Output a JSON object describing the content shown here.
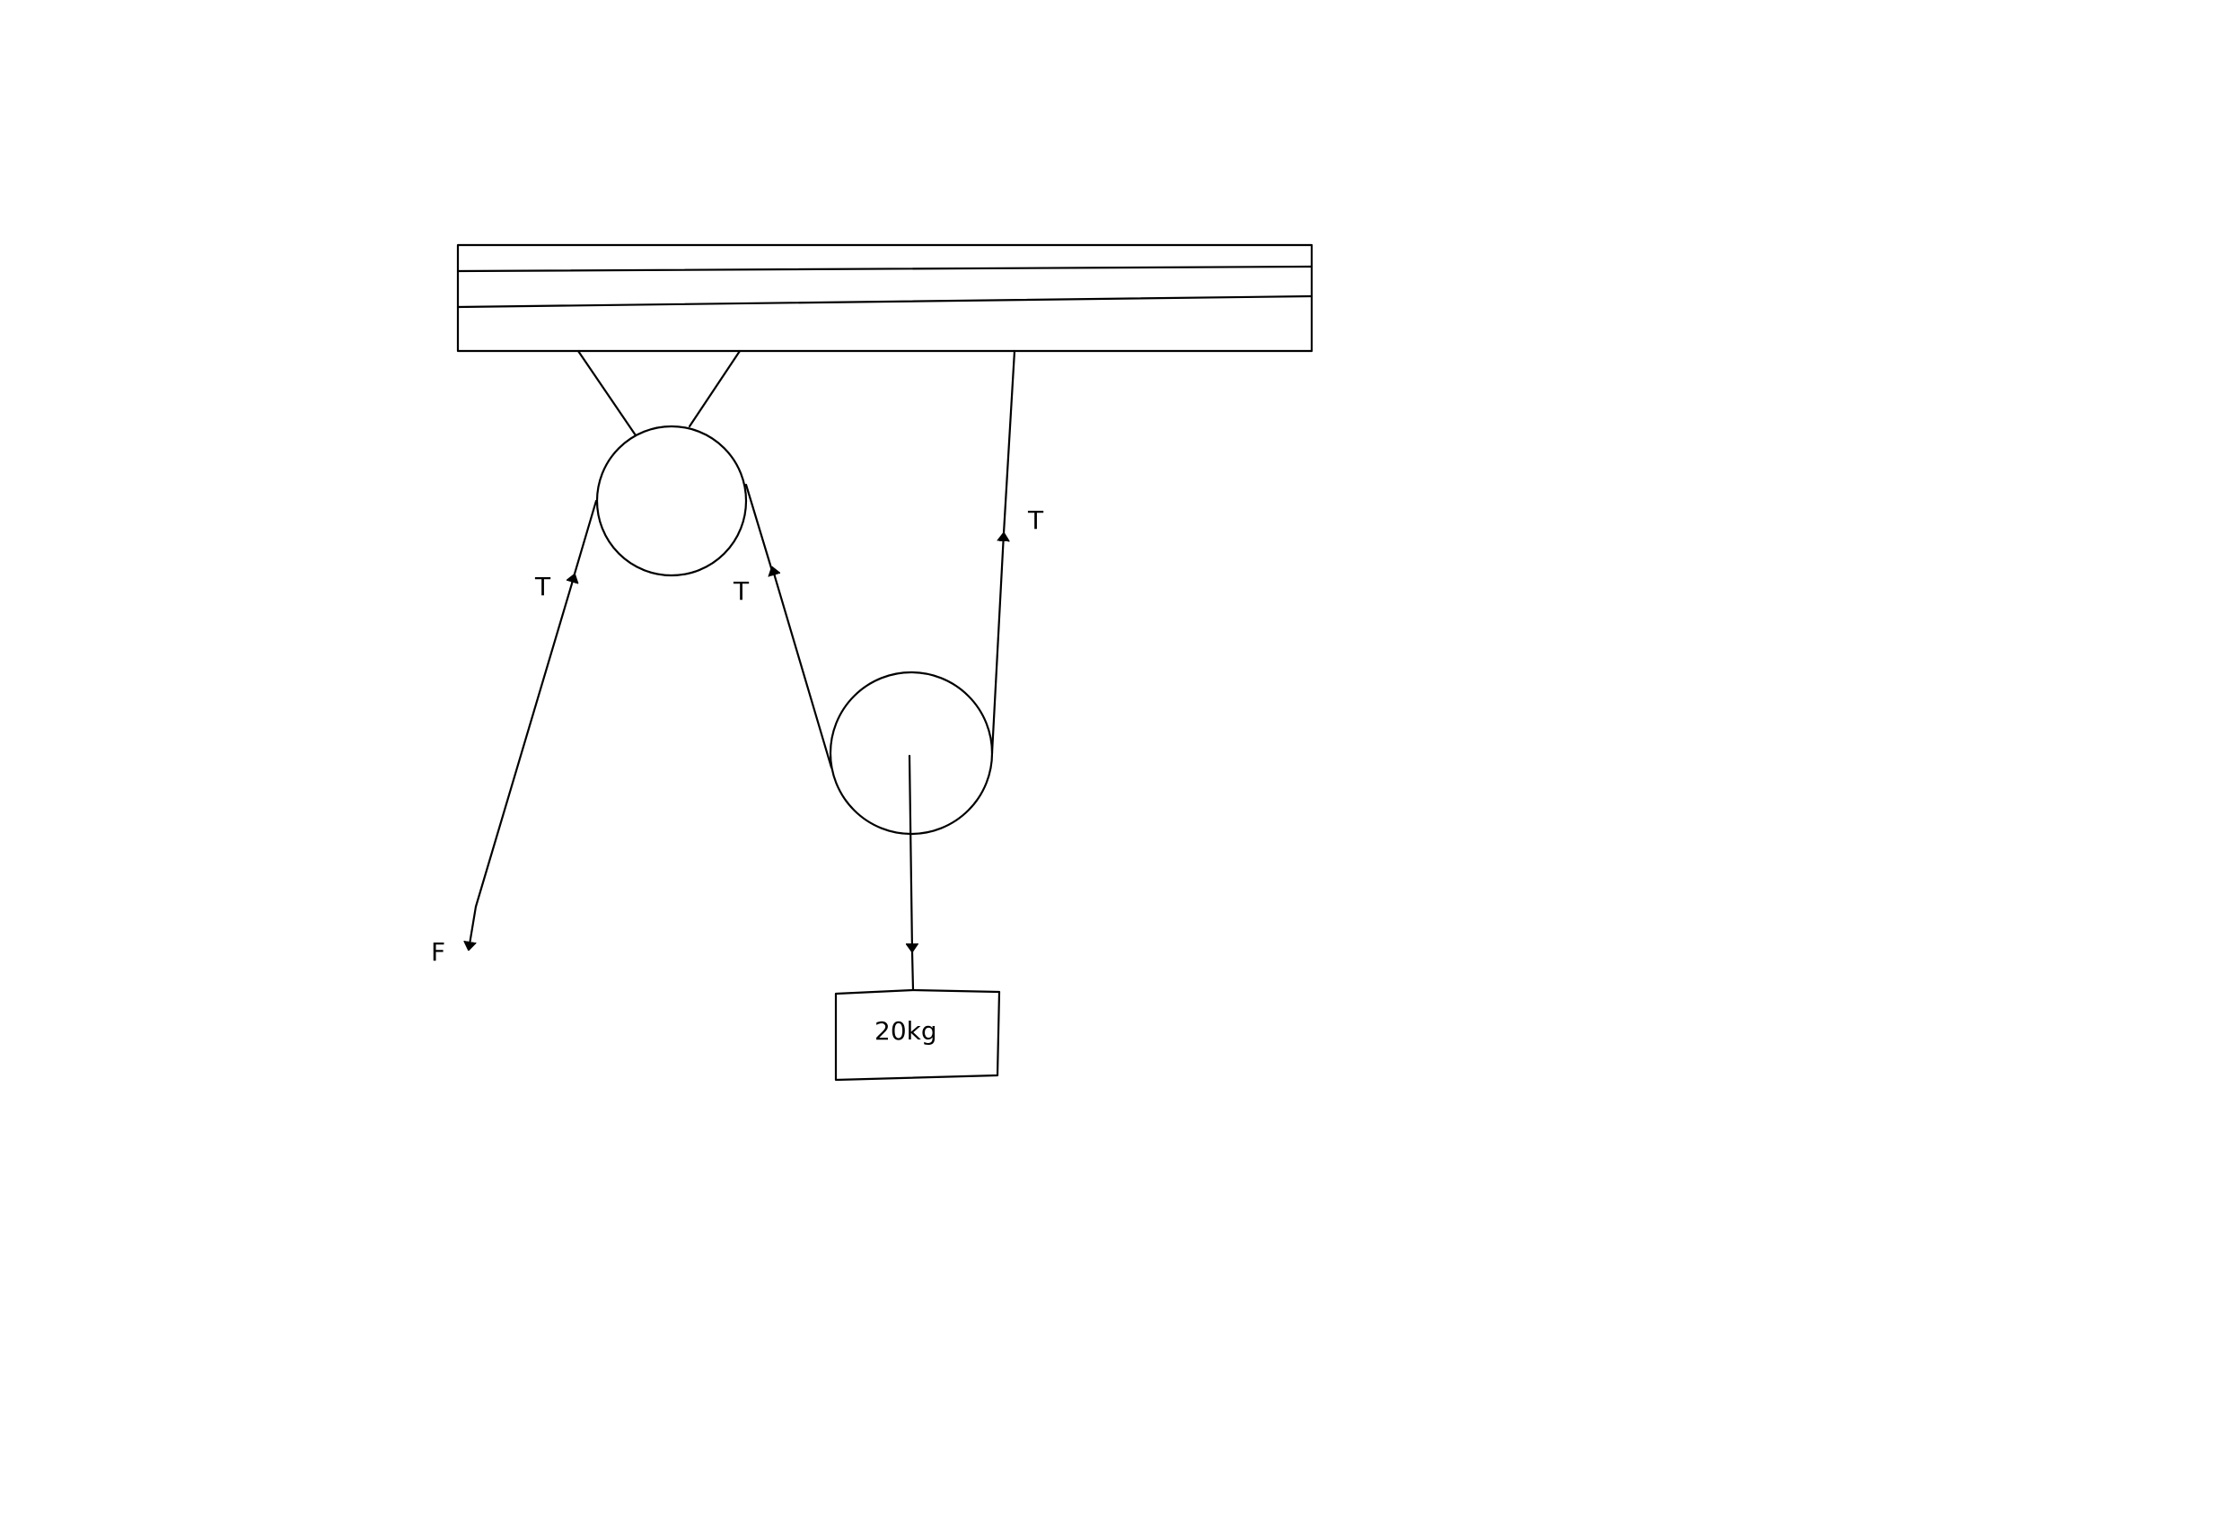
{
  "labels": {
    "tension_left": "T",
    "tension_middle": "T",
    "tension_right": "T",
    "applied_force": "F",
    "mass": "20kg"
  },
  "colors": {
    "stroke": "#000000",
    "background": "#ffffff"
  }
}
